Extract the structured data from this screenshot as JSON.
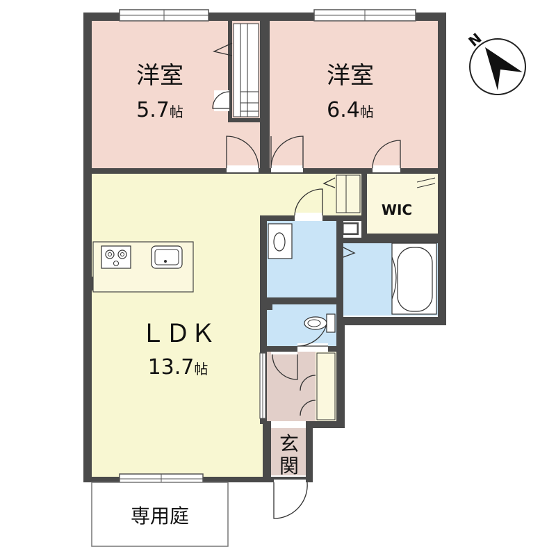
{
  "colors": {
    "wall": "#4a4a4a",
    "bedroom": "#f4d9d0",
    "ldk": "#f8f7d2",
    "wet_area": "#c9e4f7",
    "entrance": "#e2cfc9",
    "closet": "#fbf8de",
    "outside": "#ffffff",
    "line": "#333333"
  },
  "icons": {
    "compass": "north-arrow-icon",
    "stove": "stove-icon",
    "sink": "sink-icon",
    "toilet": "toilet-icon",
    "bathtub": "bathtub-icon"
  },
  "compass": {
    "letter": "N"
  },
  "rooms": {
    "bedroom_left": {
      "name": "洋室",
      "size": "5.7",
      "unit": "帖"
    },
    "bedroom_right": {
      "name": "洋室",
      "size": "6.4",
      "unit": "帖"
    },
    "ldk": {
      "name": "ＬＤＫ",
      "size": "13.7",
      "unit": "帖"
    },
    "wic": {
      "name": "WIC"
    },
    "genkan": {
      "line1": "玄",
      "line2": "関"
    },
    "garden": {
      "name": "専用庭"
    }
  }
}
